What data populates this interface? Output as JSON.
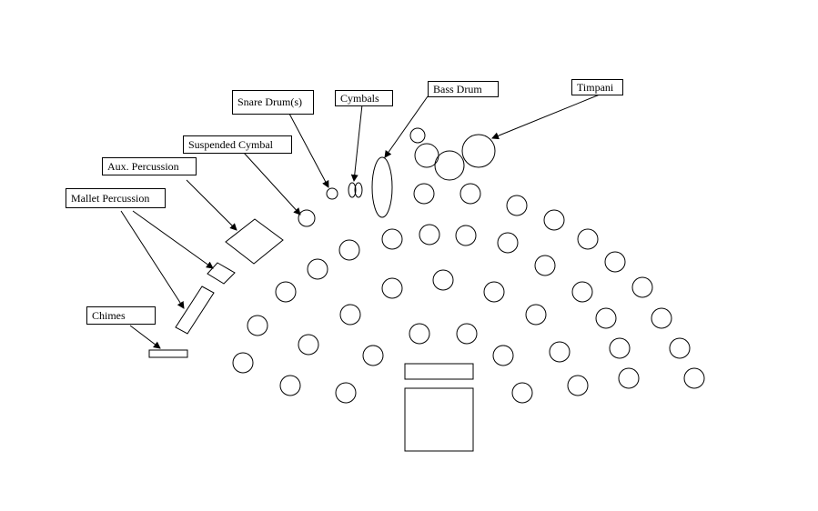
{
  "labels": {
    "snare": "Snare Drum(s)",
    "cymbals": "Cymbals",
    "bass": "Bass Drum",
    "timpani": "Timpani",
    "suspended": "Suspended Cymbal",
    "aux": "Aux. Percussion",
    "mallet": "Mallet Percussion",
    "chimes": "Chimes"
  },
  "colors": {
    "stroke": "#000000",
    "background": "#ffffff"
  }
}
